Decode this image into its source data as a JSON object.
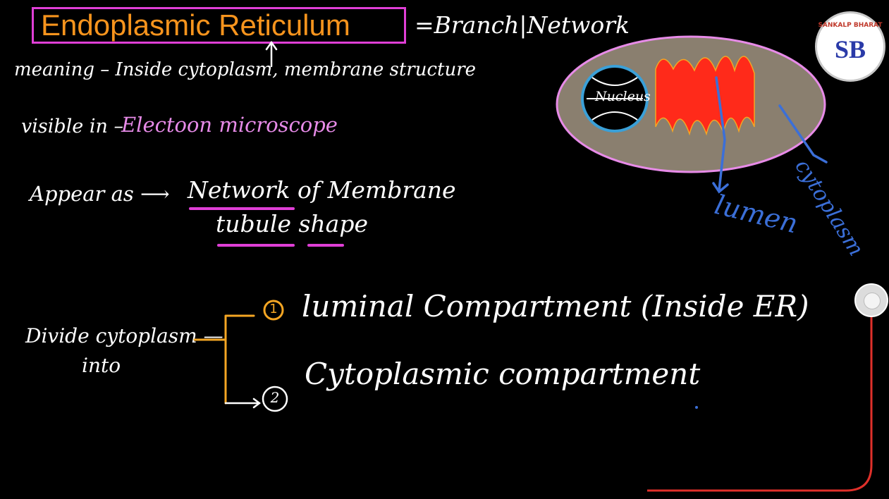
{
  "title": {
    "text": "Endoplasmic Reticulum",
    "meaning_equals": "=Branch|Network"
  },
  "notes": {
    "meaning_line": "meaning – Inside cytoplasm, membrane structure",
    "visible_label": "visible in –",
    "visible_value": "Electoon microscope",
    "appear_label": "Appear as ⟶",
    "appear_line1": "Network of Membrane",
    "appear_line2": "tubule shape"
  },
  "divide": {
    "label_line1": "Divide cytoplasm —",
    "label_line2": "into",
    "items": [
      {
        "marker": "1",
        "text": "luminal Compartment (Inside ER)"
      },
      {
        "marker": "2",
        "text": "Cytoplasmic compartment"
      }
    ]
  },
  "diagram": {
    "nucleus_label": "Nucleus",
    "lumen_label": "lumen",
    "cytoplasm_label": "cytoplasm"
  },
  "logo": {
    "initials": "SB",
    "ring_text": "SANKALP BHARAT"
  },
  "colors": {
    "title_border": "#e03fd6",
    "title_text": "#f7941d",
    "highlight_pink": "#e78be8",
    "bracket_orange": "#f5a623",
    "er_red": "#ff2a1a",
    "cell_fill": "#8a7f6f",
    "label_blue": "#3b6fd8",
    "slider_red": "#e0302a"
  }
}
